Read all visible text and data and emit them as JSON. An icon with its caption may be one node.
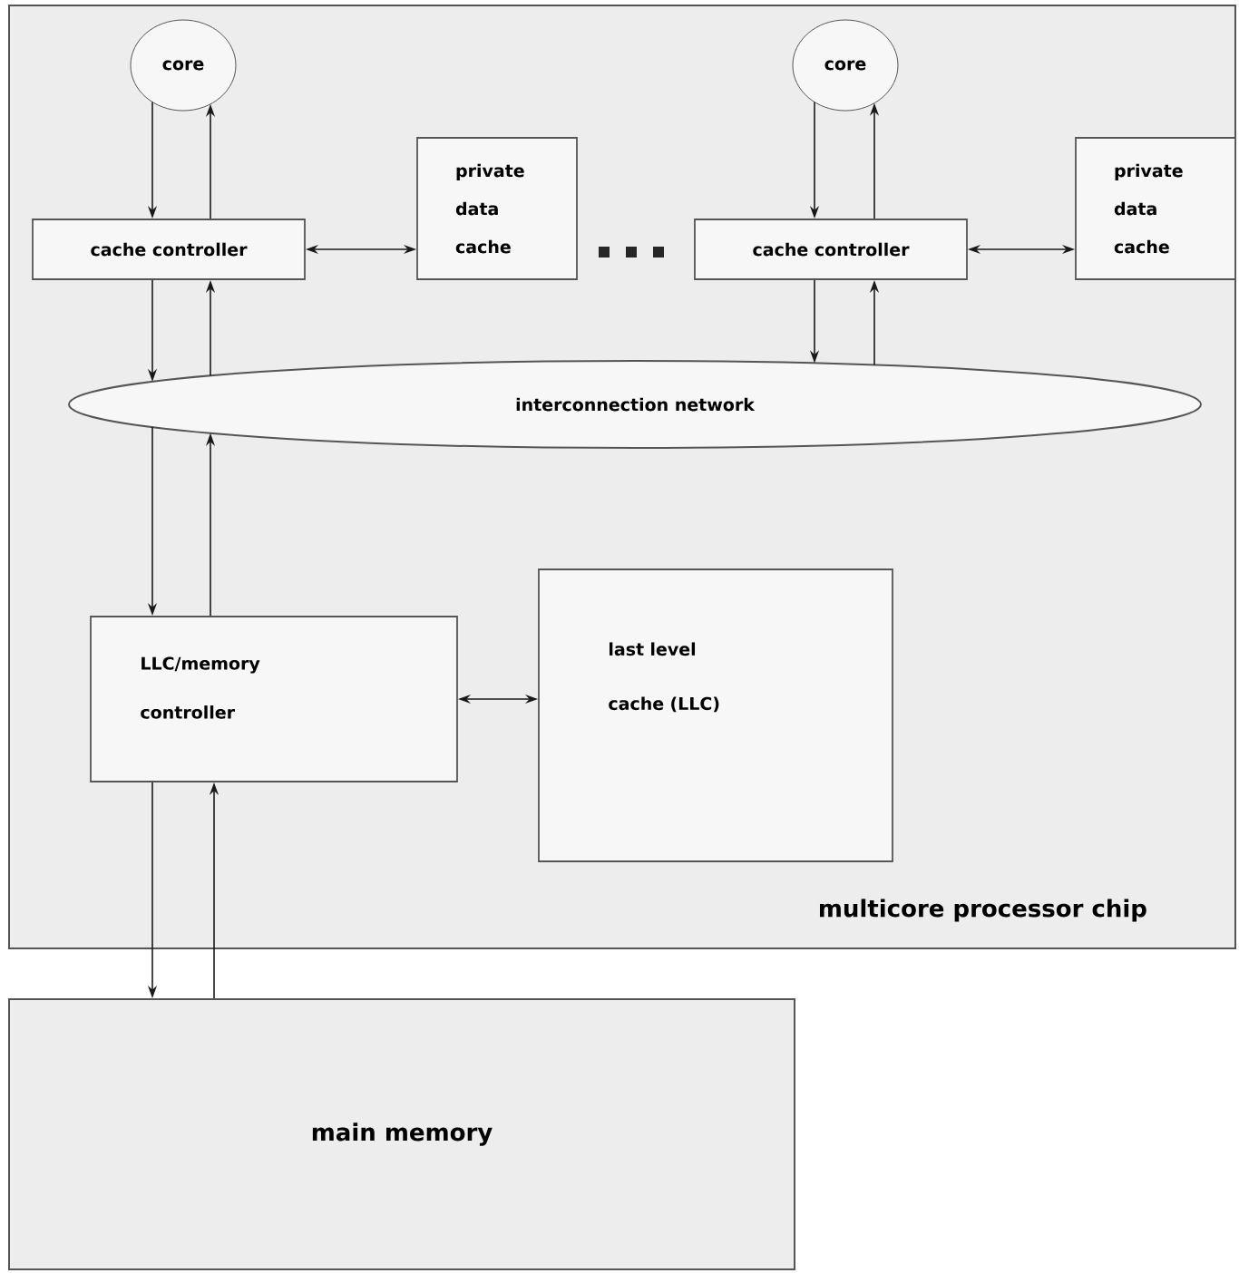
{
  "diagram": {
    "nodes": [
      {
        "text": [
          "multicore processor chip"
        ]
      },
      {
        "text": [
          "core"
        ],
        "in": 0
      },
      {
        "text": [
          "core"
        ],
        "in": 0
      },
      {
        "text": [
          "cache controller"
        ],
        "in": 0
      },
      {
        "text": [
          "private data cache"
        ],
        "in": 0
      },
      {
        "text": [
          "cache controller"
        ],
        "in": 0
      },
      {
        "text": [
          "private data cache"
        ],
        "in": 0
      },
      {
        "text": [
          "interconnection network"
        ],
        "in": 0
      },
      {
        "text": [
          "LLC/memory controller"
        ],
        "in": 0
      },
      {
        "text": [
          "last level cache (LLC)"
        ],
        "in": 0
      },
      {
        "text": [
          "main memory"
        ]
      }
    ],
    "edges": [
      {
        "from": 1,
        "to": 3,
        "arrow": "to"
      },
      {
        "from": 3,
        "to": 1,
        "arrow": "to"
      },
      {
        "from": 3,
        "to": 4,
        "arrow": "both"
      },
      {
        "from": 2,
        "to": 5,
        "arrow": "to"
      },
      {
        "from": 5,
        "to": 2,
        "arrow": "to"
      },
      {
        "from": 5,
        "to": 6,
        "arrow": "both"
      },
      {
        "from": 3,
        "to": 7,
        "arrow": "to"
      },
      {
        "from": 7,
        "to": 3,
        "arrow": "to"
      },
      {
        "from": 5,
        "to": 7,
        "arrow": "to"
      },
      {
        "from": 7,
        "to": 5,
        "arrow": "to"
      },
      {
        "from": 7,
        "to": 8,
        "arrow": "to"
      },
      {
        "from": 8,
        "to": 7,
        "arrow": "to"
      },
      {
        "from": 8,
        "to": 9,
        "arrow": "both"
      },
      {
        "from": 8,
        "to": 10,
        "arrow": "to"
      },
      {
        "from": 10,
        "to": 8,
        "arrow": "to"
      }
    ]
  }
}
